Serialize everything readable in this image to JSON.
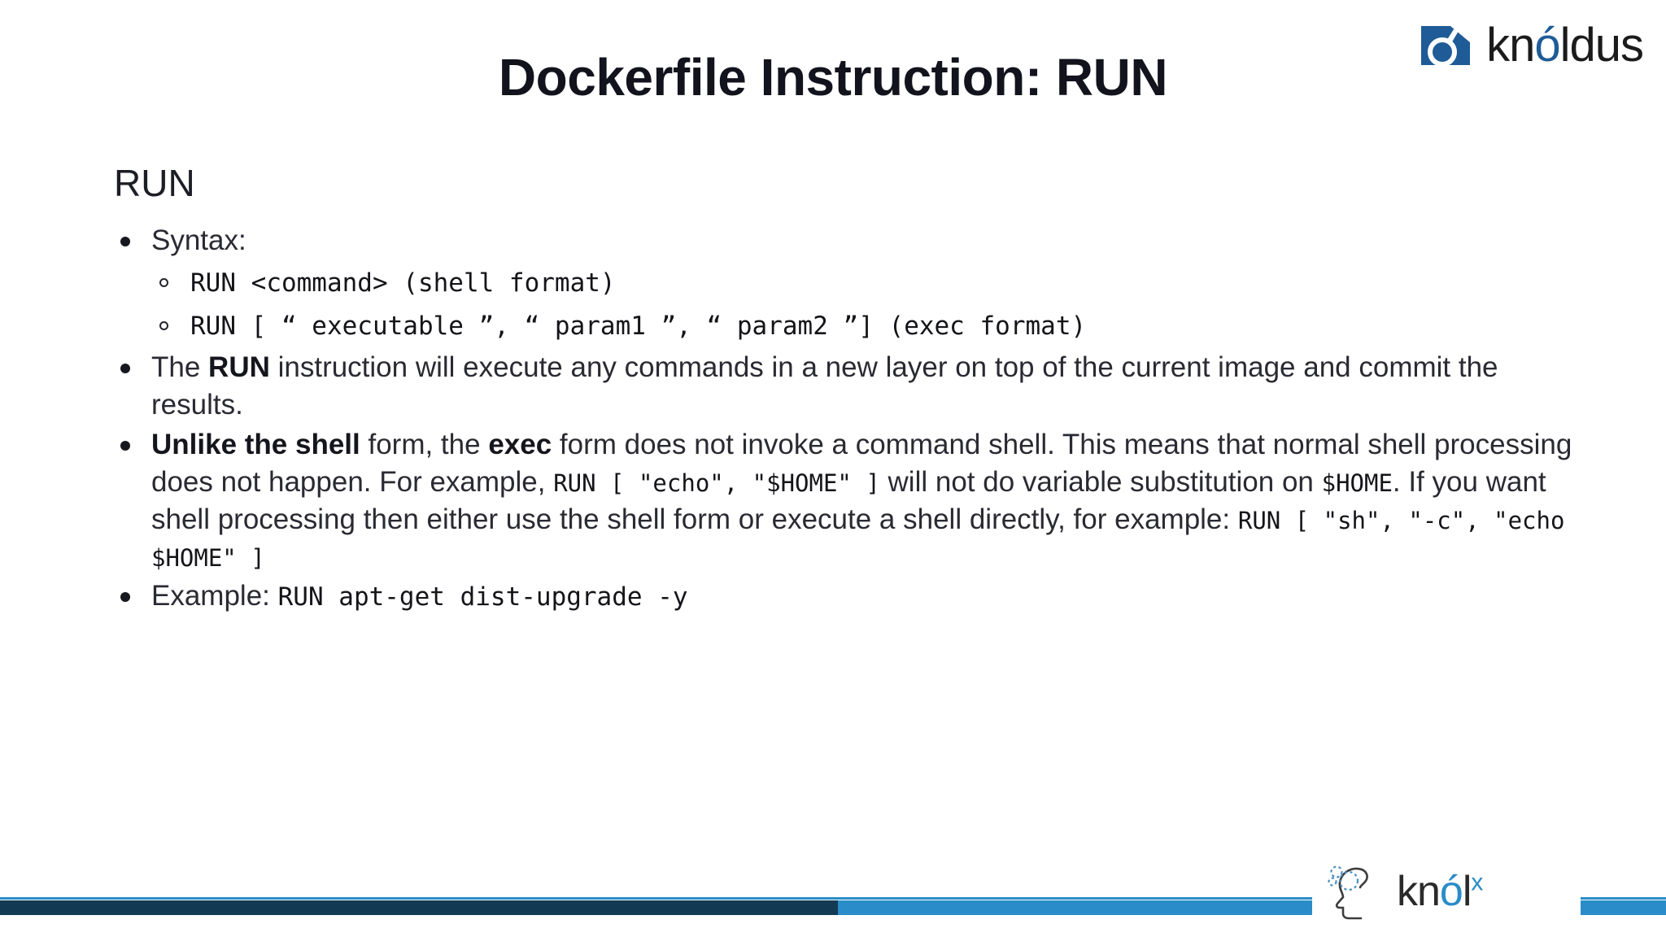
{
  "header": {
    "title": "Dockerfile Instruction: RUN",
    "logo": {
      "name": "knoldus-logo",
      "word_part1": "kn",
      "word_accent": "ó",
      "word_part2": "ldus",
      "mark_color": "#1f5c97"
    }
  },
  "body": {
    "section_heading": "RUN",
    "bullets": [
      {
        "id": "syntax",
        "text": "Syntax:",
        "sub": [
          {
            "id": "shell-format",
            "code": "RUN <command> (shell format)"
          },
          {
            "id": "exec-format",
            "code": "RUN [ “ executable ”,  “ param1 ”,  “ param2 ”] (exec format)"
          }
        ]
      },
      {
        "id": "run-instruction",
        "prefix": "The ",
        "bold1": "RUN",
        "rest": " instruction will execute any commands in a new layer on top of the current image and commit the results."
      },
      {
        "id": "unlike-shell",
        "bold1": "Unlike the shell",
        "mid1": " form, the ",
        "bold2": "exec",
        "mid2": " form does not invoke a command shell. This means that normal shell processing does not happen. For example, ",
        "code1": "RUN [ \"echo\", \"$HOME\" ]",
        "mid3": " will not do variable substitution on ",
        "code2": "$HOME",
        "mid4": ". If you want shell processing then either use the shell form or execute a shell directly, for example: ",
        "code3": "RUN [ \"sh\", \"-c\", \"echo $HOME\" ]"
      },
      {
        "id": "example",
        "prefix": "Example: ",
        "code": "RUN apt-get dist-upgrade -y"
      }
    ]
  },
  "footer": {
    "bar_dark_color": "#123a52",
    "bar_light_color": "#2a8cc8",
    "logo": {
      "name": "knolx-logo",
      "word_part1": "kn",
      "word_accent": "ó",
      "word_part2": "l",
      "superscript": "x"
    }
  }
}
